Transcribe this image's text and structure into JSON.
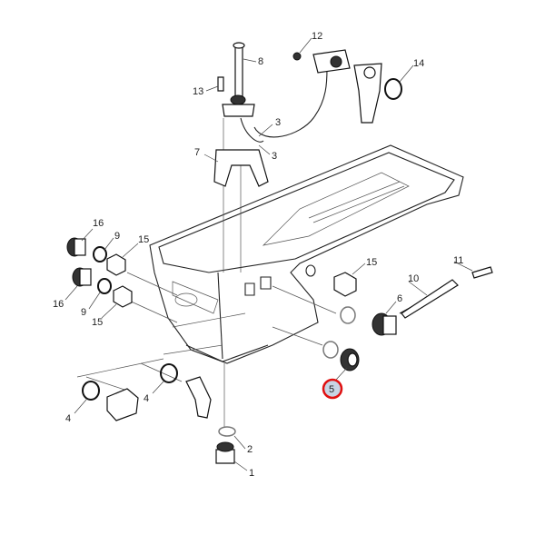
{
  "diagram": {
    "callouts": [
      "12",
      "8",
      "14",
      "13",
      "3",
      "3",
      "7",
      "16",
      "9",
      "15",
      "15",
      "10",
      "11",
      "16",
      "9",
      "15",
      "6",
      "5",
      "4",
      "4",
      "2",
      "1"
    ],
    "highlighted_callout": "5",
    "highlight_color": "#e01010",
    "highlight_fill": "#c8d4e4"
  }
}
